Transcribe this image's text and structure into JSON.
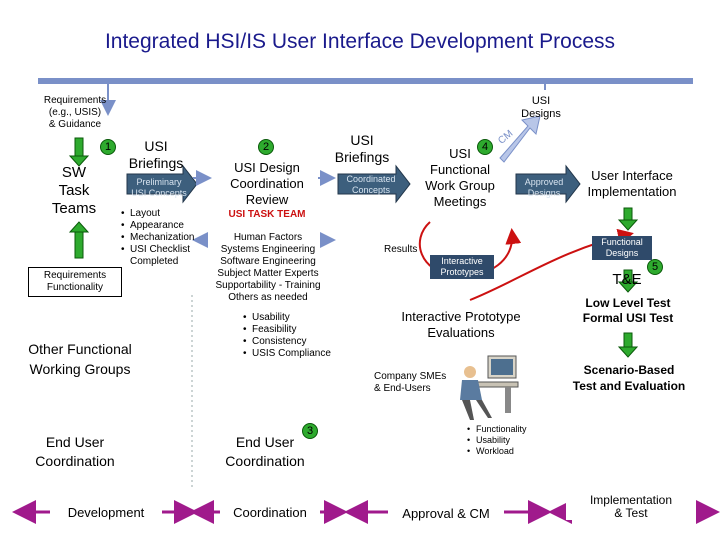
{
  "title": "Integrated HSI/IS User Interface Development Process",
  "top": {
    "requirements_lines": [
      "Requirements",
      "(e.g., USIS)",
      "& Guidance"
    ],
    "usi_designs_lines": [
      "USI",
      "Designs"
    ],
    "cm_label": "CM"
  },
  "steps": {
    "s1": "1",
    "s2": "2",
    "s3": "3",
    "s4": "4",
    "s5": "5"
  },
  "col1": {
    "sw_lines": [
      "SW",
      "Task",
      "Teams"
    ],
    "req_func_lines": [
      "Requirements",
      "Functionality"
    ],
    "other_lines": [
      "Other Functional",
      "Working Groups"
    ],
    "enduser_lines": [
      "End User",
      "Coordination"
    ],
    "footer": "Development"
  },
  "col2": {
    "briefings_lines": [
      "USI",
      "Briefings"
    ],
    "prelim_lines": [
      "Preliminary",
      "USI Concepts"
    ],
    "bullets": [
      "Layout",
      "Appearance",
      "Mechanization",
      "USI Checklist",
      "Completed"
    ]
  },
  "col3": {
    "review_lines": [
      "USI Design",
      "Coordination",
      "Review"
    ],
    "task_team": "USI TASK TEAM",
    "team_lines": [
      "Human Factors",
      "Systems Engineering",
      "Software Engineering",
      "Subject Matter Experts",
      "Supportability - Training",
      "Others as needed"
    ],
    "bullets": [
      "Usability",
      "Feasibility",
      "Consistency",
      "USIS Compliance"
    ],
    "enduser_lines": [
      "End User",
      "Coordination"
    ],
    "footer": "Coordination"
  },
  "col4": {
    "briefings_lines": [
      "USI",
      "Briefings"
    ],
    "coord_lines": [
      "Coordinated",
      "Concepts"
    ],
    "workgroup_lines": [
      "USI",
      "Functional",
      "Work Group",
      "Meetings"
    ],
    "results": "Results",
    "interactive_lines": [
      "Interactive",
      "Prototypes"
    ],
    "eval_lines": [
      "Interactive Prototype",
      "Evaluations"
    ],
    "sme_lines": [
      "Company SMEs",
      "& End-Users"
    ],
    "bullets": [
      "Functionality",
      "Usability",
      "Workload"
    ],
    "footer": "Approval & CM"
  },
  "col5": {
    "approved_lines": [
      "Approved",
      "Designs"
    ],
    "impl_lines": [
      "User Interface",
      "Implementation"
    ],
    "functional_lines": [
      "Functional",
      "Designs"
    ],
    "te": "T&E",
    "lowlevel_lines": [
      "Low Level Test",
      "Formal USI Test"
    ],
    "scenario_lines": [
      "Scenario-Based",
      "Test and Evaluation"
    ],
    "footer_lines": [
      "Implementation",
      "& Test"
    ]
  },
  "colors": {
    "title": "#1a1a8c",
    "arrow_green": "#2eaa2e",
    "arrow_outline": "#0a5a0a",
    "blue_arrow": "#7a90c8",
    "red_curve": "#cc1111",
    "magenta": "#a01a8c",
    "dark_text_box": "#2f4a6a"
  }
}
